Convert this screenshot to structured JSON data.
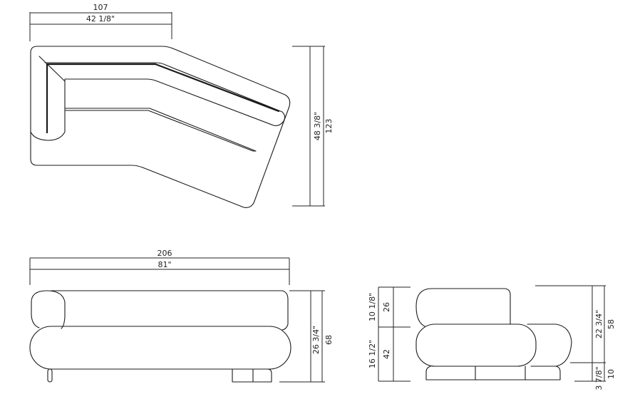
{
  "drawing": {
    "title": "Sofa module dimension drawing",
    "colors": {
      "line": "#1a1a1a",
      "background": "#ffffff"
    },
    "top_view": {
      "width_cm": "107",
      "width_in": "42 1/8\"",
      "depth_in": "48 3/8\"",
      "depth_cm": "123"
    },
    "front_view": {
      "width_cm": "206",
      "width_in": "81\"",
      "height_in": "26 3/4\"",
      "height_cm": "68"
    },
    "side_view": {
      "back_height_in": "10 1/8\"",
      "back_height_cm": "26",
      "seat_height_in": "16 1/2\"",
      "seat_height_cm": "42",
      "total_height_in": "22 3/4\"",
      "total_height_cm": "58",
      "base_height_in": "3 7/8\"",
      "base_height_cm": "10"
    }
  }
}
